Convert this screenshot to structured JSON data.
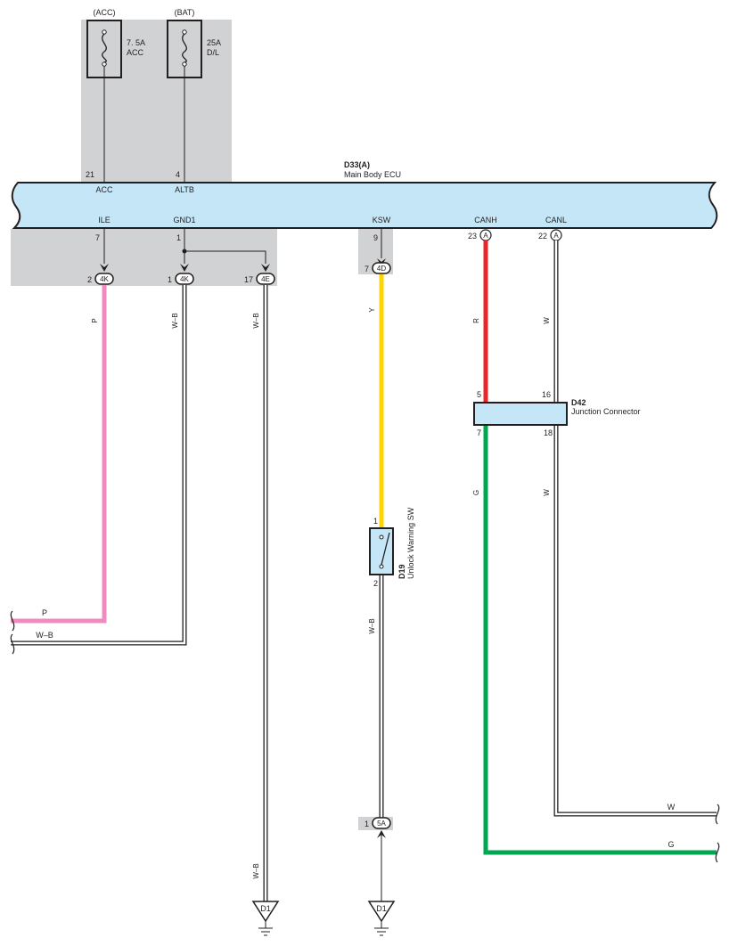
{
  "fuses": [
    {
      "source": "(ACC)",
      "rating": "7. 5A",
      "name": "ACC"
    },
    {
      "source": "(BAT)",
      "rating": "25A",
      "name": "D/L"
    }
  ],
  "ecu": {
    "id": "D33(A)",
    "name": "Main Body ECU",
    "top_pins": [
      {
        "pin": "21",
        "label": "ACC"
      },
      {
        "pin": "4",
        "label": "ALTB"
      }
    ],
    "bottom_pins": [
      {
        "pin": "7",
        "label": "ILE"
      },
      {
        "pin": "1",
        "label": "GND1"
      },
      {
        "pin": "9",
        "label": "KSW"
      },
      {
        "pin": "23",
        "label": "CANH",
        "connector": "A"
      },
      {
        "pin": "22",
        "label": "CANL",
        "connector": "A"
      }
    ]
  },
  "connectors": [
    {
      "pin": "2",
      "id": "4K"
    },
    {
      "pin": "1",
      "id": "4K"
    },
    {
      "pin": "17",
      "id": "4E"
    },
    {
      "pin": "7",
      "id": "4D"
    },
    {
      "pin": "1",
      "id": "5A"
    }
  ],
  "wires": {
    "ile": "P",
    "gnd1": "W–B",
    "gnd_4e": "W–B",
    "gnd_4e_lower": "W–B",
    "ksw": "Y",
    "switch_ground": "W–B",
    "canh": "R",
    "canl": "W",
    "canl_lower": "W",
    "canh_lower": "G",
    "out_p": "P",
    "out_wb": "W–B",
    "out_w": "W",
    "out_g": "G"
  },
  "junction": {
    "id": "D42",
    "name": "Junction Connector",
    "pins": [
      "5",
      "16",
      "7",
      "18"
    ]
  },
  "switch": {
    "id": "D19",
    "name": "Unlock Warning SW",
    "pins": [
      "1",
      "2"
    ]
  },
  "grounds": [
    "D1",
    "D1"
  ],
  "colors": {
    "ecu_fill": "#c5e6f7",
    "shade": "#d1d2d4",
    "pink": "#f08cbd",
    "yellow": "#ffd400",
    "red": "#e8272a",
    "green": "#00a650",
    "line": "#231f20"
  }
}
